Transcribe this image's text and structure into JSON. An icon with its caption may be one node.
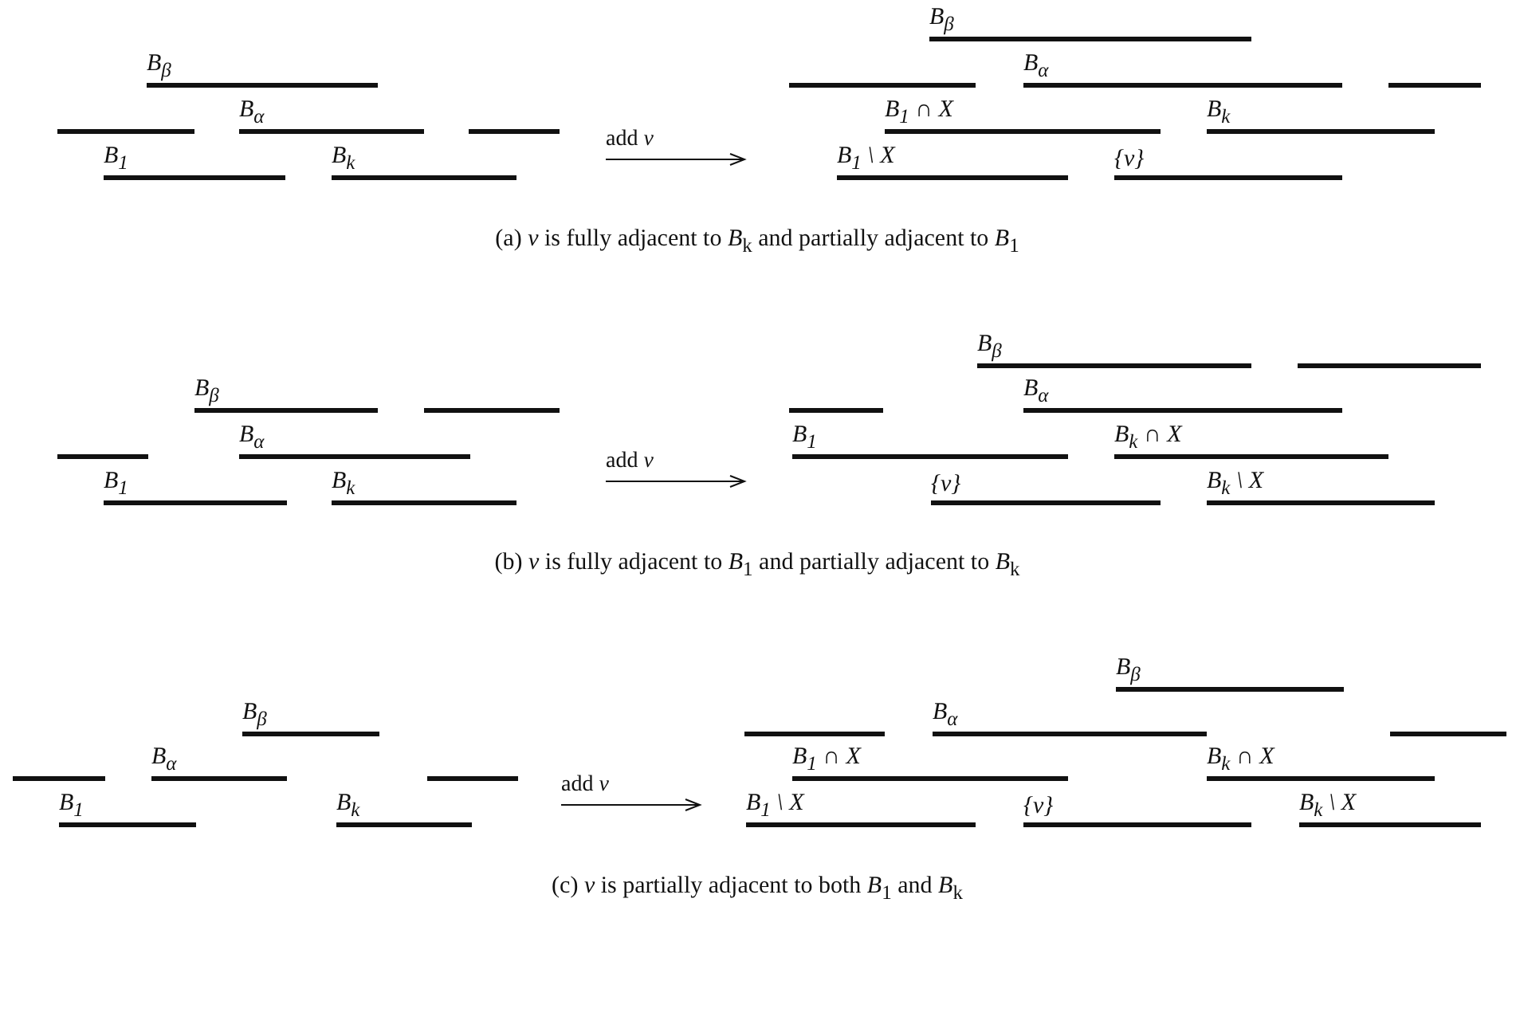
{
  "diagram": {
    "nodes": [
      {
        "text": [
          "B$_{β}$"
        ]
      },
      {
        "text": [],
        "shape": "bar"
      },
      {
        "text": [
          "B$_{α}$"
        ]
      },
      {
        "text": [],
        "shape": "bar"
      },
      {
        "text": [
          "B$_{1}$"
        ]
      },
      {
        "text": [
          "B$_{k}$"
        ]
      },
      {
        "text": [
          "B$_{β}$"
        ]
      },
      {
        "text": [],
        "shape": "bar"
      },
      {
        "text": [
          "B$_{α}$"
        ]
      },
      {
        "text": [],
        "shape": "bar"
      },
      {
        "text": [
          "B$_{1}$ ∩ X"
        ]
      },
      {
        "text": [
          "B$_{k}$"
        ]
      },
      {
        "text": [
          "B$_{1}$ \\ X"
        ]
      },
      {
        "text": [
          "{v}"
        ]
      },
      {
        "text": [
          "B$_{β}$"
        ]
      },
      {
        "text": [],
        "shape": "bar"
      },
      {
        "text": [],
        "shape": "bar"
      },
      {
        "text": [
          "B$_{α}$"
        ]
      },
      {
        "text": [
          "B$_{1}$"
        ]
      },
      {
        "text": [
          "B$_{k}$"
        ]
      },
      {
        "text": [
          "B$_{β}$"
        ]
      },
      {
        "text": [],
        "shape": "bar"
      },
      {
        "text": [],
        "shape": "bar"
      },
      {
        "text": [
          "B$_{α}$"
        ]
      },
      {
        "text": [
          "B$_{1}$"
        ]
      },
      {
        "text": [
          "B$_{k}$ ∩ X"
        ]
      },
      {
        "text": [
          "{v}"
        ]
      },
      {
        "text": [
          "B$_{k}$ \\ X"
        ]
      },
      {
        "text": [
          "B$_{β}$"
        ]
      },
      {
        "text": [],
        "shape": "bar"
      },
      {
        "text": [
          "B$_{α}$"
        ]
      },
      {
        "text": [],
        "shape": "bar"
      },
      {
        "text": [
          "B$_{1}$"
        ]
      },
      {
        "text": [
          "B$_{k}$"
        ]
      },
      {
        "text": [
          "B$_{β}$"
        ]
      },
      {
        "text": [],
        "shape": "bar"
      },
      {
        "text": [
          "B$_{α}$"
        ]
      },
      {
        "text": [],
        "shape": "bar"
      },
      {
        "text": [
          "B$_{1}$ ∩ X"
        ]
      },
      {
        "text": [
          "B$_{k}$ ∩ X"
        ]
      },
      {
        "text": [
          "B$_{1}$ \\ X"
        ]
      },
      {
        "text": [
          "{v}"
        ]
      },
      {
        "text": [
          "B$_{k}$ \\ X"
        ]
      }
    ],
    "labels": [
      "add *v*",
      "(a) *v* is fully adjacent to *B*$_{k}$ and partially adjacent to *B*$_{1}$",
      "add *v*",
      "(b) *v* is fully adjacent to *B*$_{1}$ and partially adjacent to *B*$_{k}$",
      "add *v*",
      "(c) *v* is partially adjacent to both *B*$_{1}$ and *B*$_{k}$"
    ]
  }
}
